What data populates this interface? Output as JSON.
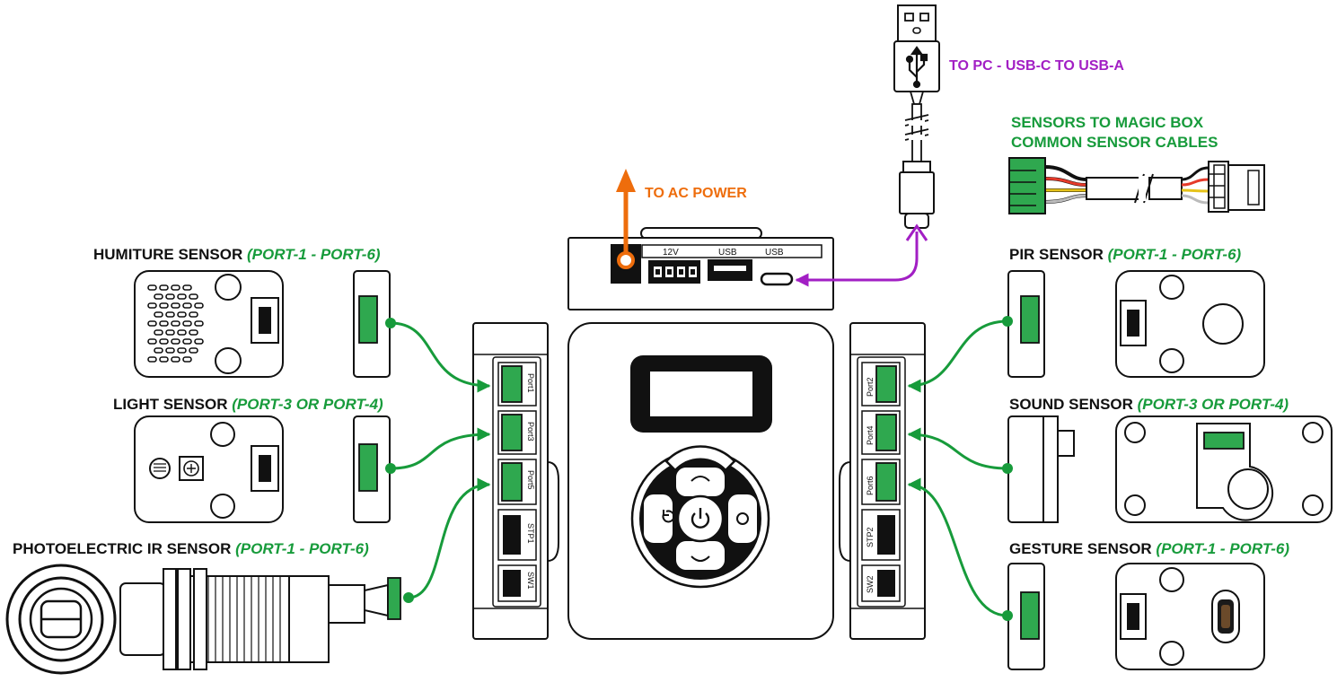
{
  "colors": {
    "green": "#179b3b",
    "orange": "#ee6d0c",
    "purple": "#a21fc4",
    "connector": "#2fa84f"
  },
  "labels": {
    "to_pc": "TO PC - USB-C TO USB-A",
    "cables_line1": "SENSORS TO MAGIC BOX",
    "cables_line2": "COMMON SENSOR CABLES",
    "to_ac_power": "TO AC POWER"
  },
  "power_box": {
    "ports": [
      "12V",
      "USB",
      "USB"
    ]
  },
  "sensors": {
    "humiture": {
      "name": "HUMITURE SENSOR ",
      "ports": "(PORT-1 - PORT-6)"
    },
    "light": {
      "name": "LIGHT SENSOR ",
      "ports": "(PORT-3 OR PORT-4)"
    },
    "photoelectric": {
      "name": "PHOTOELECTRIC IR SENSOR ",
      "ports": "(PORT-1 - PORT-6)"
    },
    "pir": {
      "name": "PIR SENSOR ",
      "ports": "(PORT-1 - PORT-6)"
    },
    "sound": {
      "name": "SOUND SENSOR ",
      "ports": "(PORT-3 OR PORT-4)"
    },
    "gesture": {
      "name": "GESTURE SENSOR ",
      "ports": "(PORT-1 - PORT-6)"
    }
  },
  "left_panel": {
    "ports": [
      "Port1",
      "Port3",
      "Port5"
    ],
    "extra": [
      "STP1",
      "SW1"
    ]
  },
  "right_panel": {
    "ports": [
      "Port2",
      "Port4",
      "Port6"
    ],
    "extra": [
      "STP2",
      "SW2"
    ]
  },
  "icons": [
    "power-icon",
    "undo-icon",
    "circle-icon",
    "up-arc-icon",
    "down-arc-icon",
    "usb-symbol-icon"
  ]
}
